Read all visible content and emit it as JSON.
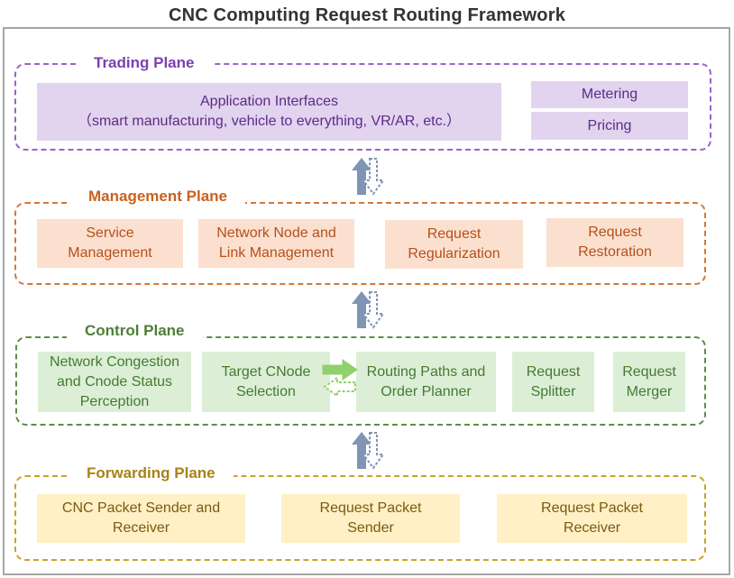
{
  "title": "CNC  Computing Request  Routing  Framework",
  "trading_plane": {
    "label": "Trading Plane",
    "app_interfaces": {
      "line1": "Application Interfaces",
      "line2": "（smart manufacturing, vehicle to everything, VR/AR, etc.）"
    },
    "metering": "Metering",
    "pricing": "Pricing"
  },
  "management_plane": {
    "label": "Management Plane",
    "boxes": [
      {
        "line1": "Service",
        "line2": "Management"
      },
      {
        "line1": "Network Node and",
        "line2": "Link Management"
      },
      {
        "line1": "Request",
        "line2": "Regularization"
      },
      {
        "line1": "Request",
        "line2": "Restoration"
      }
    ]
  },
  "control_plane": {
    "label": "Control Plane",
    "perception": {
      "line1": "Network Congestion",
      "line2": "and Cnode Status",
      "line3": "Perception"
    },
    "target": {
      "line1": "Target CNode",
      "line2": "Selection"
    },
    "routing": {
      "line1": "Routing Paths and",
      "line2": "Order Planner"
    },
    "splitter": {
      "line1": "Request",
      "line2": "Splitter"
    },
    "merger": {
      "line1": "Request",
      "line2": "Merger"
    }
  },
  "forwarding_plane": {
    "label": "Forwarding Plane",
    "boxes": [
      {
        "line1": "CNC Packet Sender and",
        "line2": "Receiver"
      },
      {
        "line1": "Request Packet",
        "line2": "Sender"
      },
      {
        "line1": "Request Packet",
        "line2": "Receiver"
      }
    ]
  },
  "colors": {
    "trading": "#8d4fc0",
    "management": "#c8621d",
    "control": "#4d7f36",
    "forwarding": "#b8900f",
    "up_arrow": "#7f95b3",
    "feedback_arrow": "#8fd16c"
  }
}
